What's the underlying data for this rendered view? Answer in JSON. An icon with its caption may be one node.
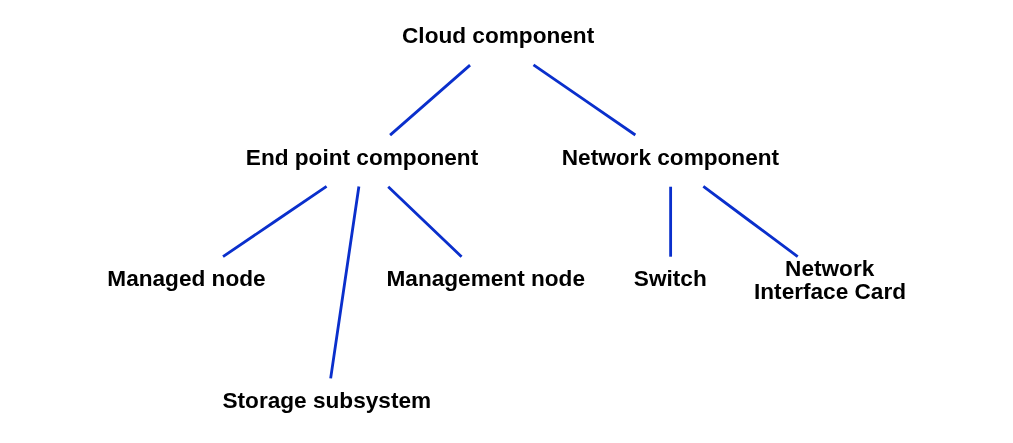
{
  "diagram": {
    "nodes": [
      {
        "text": [
          "Cloud component"
        ]
      },
      {
        "text": [
          "End point component"
        ]
      },
      {
        "text": [
          "Network component"
        ]
      },
      {
        "text": [
          "Managed node"
        ]
      },
      {
        "text": [
          "Storage subsystem"
        ]
      },
      {
        "text": [
          "Management node"
        ]
      },
      {
        "text": [
          "Switch"
        ]
      },
      {
        "text": [
          "Network Interface Card"
        ]
      }
    ],
    "edges": [
      {
        "from": 0,
        "to": 1,
        "arrow": "none"
      },
      {
        "from": 0,
        "to": 2,
        "arrow": "none"
      },
      {
        "from": 1,
        "to": 3,
        "arrow": "none"
      },
      {
        "from": 1,
        "to": 4,
        "arrow": "none"
      },
      {
        "from": 1,
        "to": 5,
        "arrow": "none"
      },
      {
        "from": 2,
        "to": 6,
        "arrow": "none"
      },
      {
        "from": 2,
        "to": 7,
        "arrow": "none"
      }
    ]
  }
}
